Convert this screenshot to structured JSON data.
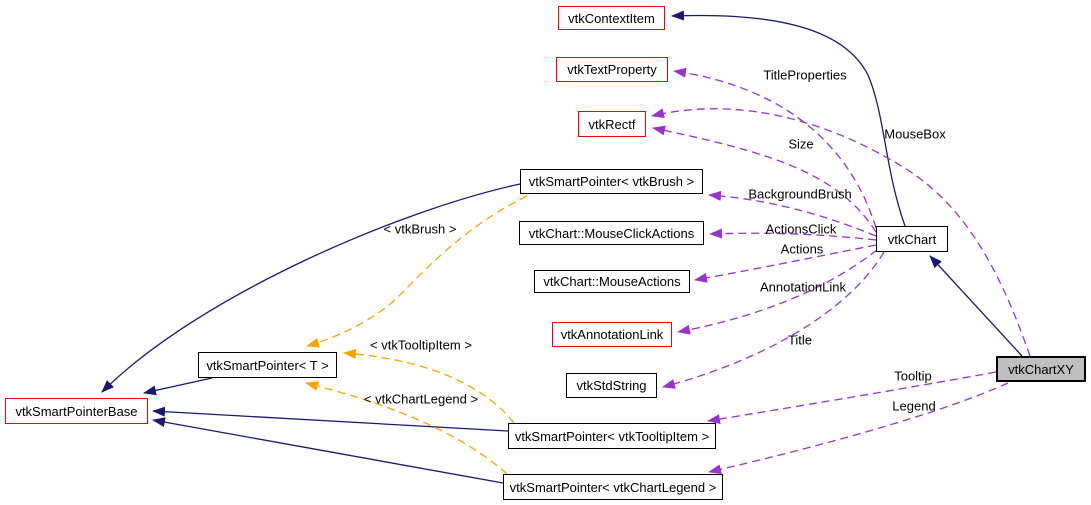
{
  "diagram": {
    "kind": "doxygen-collaboration-graph",
    "colors": {
      "inheritance_edge": "#191970",
      "usage_edge": "#9a32cd",
      "template_edge": "#ffa500",
      "highlight_node_border": "#ff0000",
      "node_border": "#000000",
      "focus_node_fill": "#bfbfbf",
      "node_fill": "#ffffff"
    },
    "nodes": {
      "contextItem": {
        "label": "vtkContextItem"
      },
      "textProperty": {
        "label": "vtkTextProperty"
      },
      "rectf": {
        "label": "vtkRectf"
      },
      "smartPointerBrush": {
        "label": "vtkSmartPointer< vtkBrush >"
      },
      "mouseClickActions": {
        "label": "vtkChart::MouseClickActions"
      },
      "mouseActions": {
        "label": "vtkChart::MouseActions"
      },
      "annotationLink": {
        "label": "vtkAnnotationLink"
      },
      "stdString": {
        "label": "vtkStdString"
      },
      "smartPointerT": {
        "label": "vtkSmartPointer< T >"
      },
      "smartPointerBase": {
        "label": "vtkSmartPointerBase"
      },
      "smartPointerTooltip": {
        "label": "vtkSmartPointer< vtkTooltipItem >"
      },
      "smartPointerLegend": {
        "label": "vtkSmartPointer< vtkChartLegend >"
      },
      "chart": {
        "label": "vtkChart"
      },
      "chartXY": {
        "label": "vtkChartXY"
      }
    },
    "edge_labels": {
      "titleProperties": "TitleProperties",
      "mouseBox": "MouseBox",
      "size": "Size",
      "backgroundBrush": "BackgroundBrush",
      "actionsClick": "ActionsClick",
      "actions": "Actions",
      "annotationLink": "AnnotationLink",
      "title": "Title",
      "tooltip": "Tooltip",
      "legend": "Legend",
      "tmplBrush": "< vtkBrush >",
      "tmplTooltipItem": "< vtkTooltipItem >",
      "tmplChartLegend": "< vtkChartLegend >"
    }
  }
}
